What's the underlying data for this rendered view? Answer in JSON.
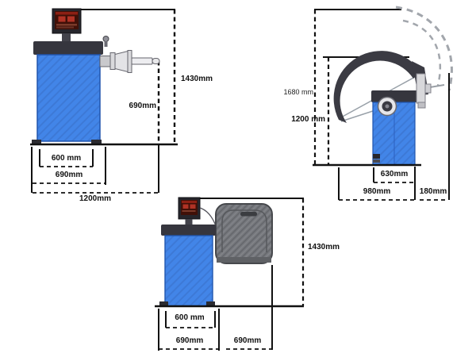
{
  "diagram_type": "wheel-balancer-dimension-drawing",
  "colors": {
    "machine_blue": "#4285e8",
    "cabinet_dark": "#36363e",
    "guard_gray": "#77797e",
    "dimension_line": "#111111",
    "open_hood_dash": "#a2a6ac",
    "screen_red": "#b03225"
  },
  "views": {
    "side": {
      "labels": {
        "total_height": "1430mm",
        "spindle_height": "690mm",
        "base_width": "600 mm",
        "cabinet_depth": "690mm",
        "overall_depth": "1200mm"
      }
    },
    "hood_side": {
      "labels": {
        "open_hood_height": "1680 mm",
        "closed_hood_height": "1200 mm",
        "base_depth": "630mm",
        "overall_depth": "980mm",
        "rear_extension": "180mm"
      }
    },
    "front": {
      "labels": {
        "total_height": "1430mm",
        "base_width": "600 mm",
        "cabinet_width": "690mm",
        "guard_width": "690mm"
      }
    }
  }
}
